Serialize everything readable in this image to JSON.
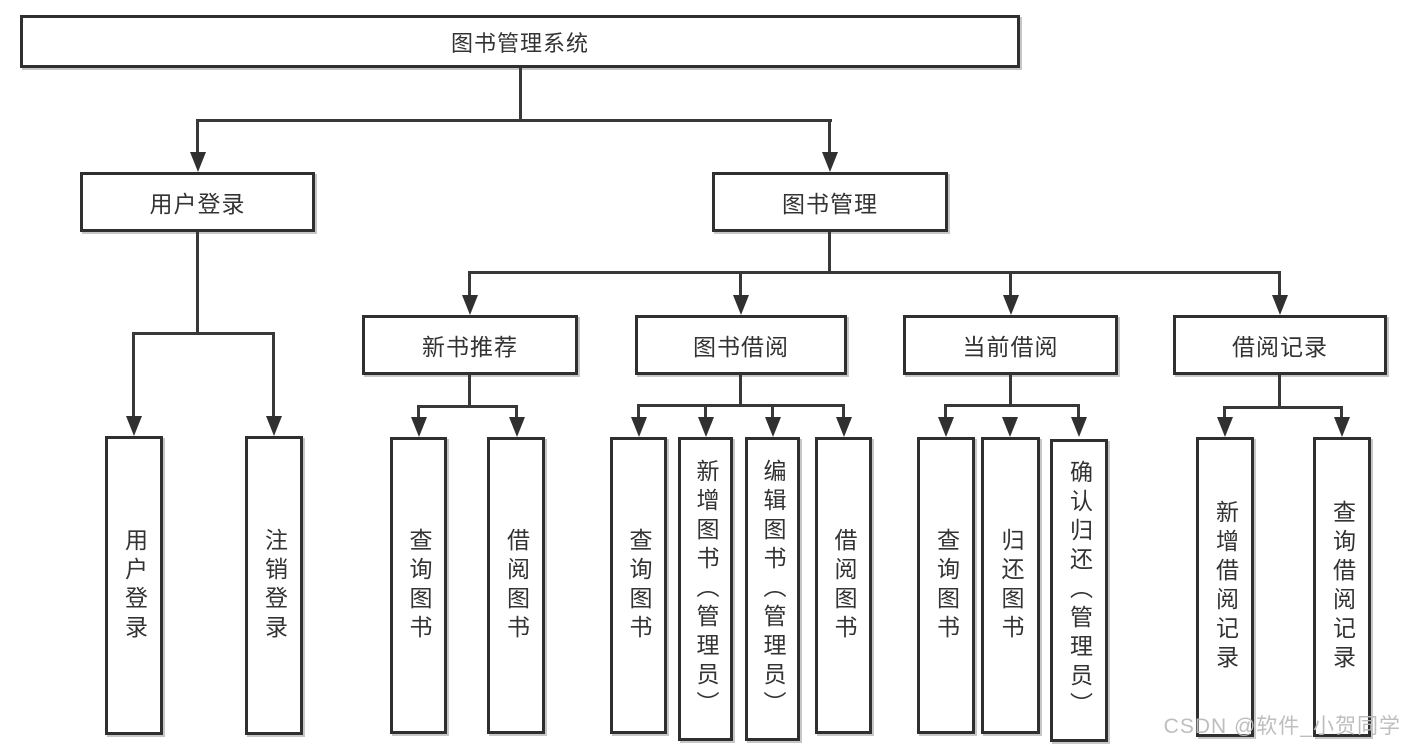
{
  "diagram": {
    "root": {
      "label": "图书管理系统",
      "children": [
        {
          "label": "用户登录",
          "children": [
            {
              "label": "用户登录"
            },
            {
              "label": "注销登录"
            }
          ]
        },
        {
          "label": "图书管理",
          "children": [
            {
              "label": "新书推荐",
              "children": [
                {
                  "label": "查询图书"
                },
                {
                  "label": "借阅图书"
                }
              ]
            },
            {
              "label": "图书借阅",
              "children": [
                {
                  "label": "查询图书"
                },
                {
                  "label": "新增图书（管理员）"
                },
                {
                  "label": "编辑图书（管理员）"
                },
                {
                  "label": "借阅图书"
                }
              ]
            },
            {
              "label": "当前借阅",
              "children": [
                {
                  "label": "查询图书"
                },
                {
                  "label": "归还图书"
                },
                {
                  "label": "确认归还（管理员）"
                }
              ]
            },
            {
              "label": "借阅记录",
              "children": [
                {
                  "label": "新增借阅记录"
                },
                {
                  "label": "查询借阅记录"
                }
              ]
            }
          ]
        }
      ]
    },
    "colors": {
      "line": "#383838",
      "border": "#2f2f2f",
      "text": "#333333",
      "background": "#ffffff"
    }
  },
  "watermark": {
    "text": "CSDN @软件_小贺同学"
  }
}
